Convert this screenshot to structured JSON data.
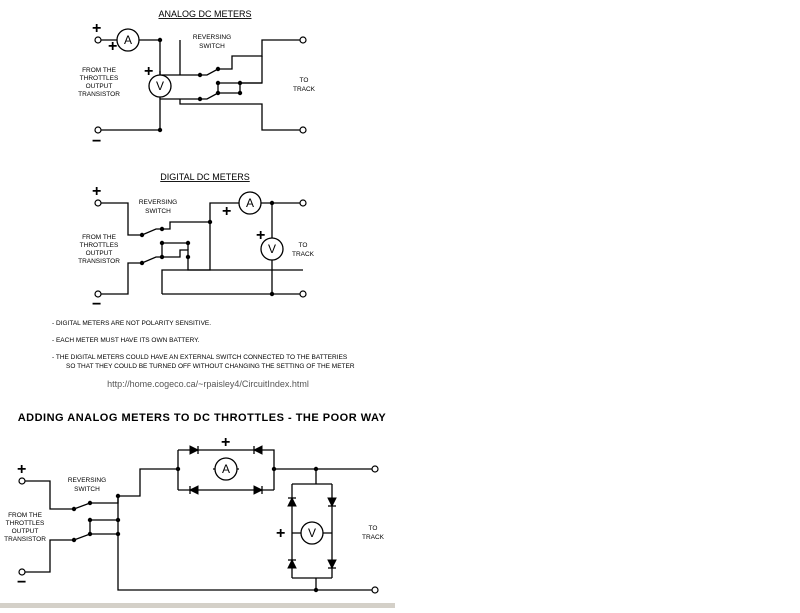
{
  "analog": {
    "title": "ANALOG DC METERS",
    "switch_label": [
      "REVERSING",
      "SWITCH"
    ],
    "source_label": [
      "FROM THE",
      "THROTTLES",
      "OUTPUT",
      "TRANSISTOR"
    ],
    "track_label": [
      "TO",
      "TRACK"
    ],
    "ammeter": "A",
    "voltmeter": "V",
    "plus": "+",
    "minus": "−"
  },
  "digital": {
    "title": "DIGITAL DC METERS",
    "switch_label": [
      "REVERSING",
      "SWITCH"
    ],
    "source_label": [
      "FROM THE",
      "THROTTLES",
      "OUTPUT",
      "TRANSISTOR"
    ],
    "track_label": [
      "TO",
      "TRACK"
    ],
    "ammeter": "A",
    "voltmeter": "V",
    "plus": "+",
    "minus": "−"
  },
  "notes": [
    "- DIGITAL METERS ARE NOT POLARITY SENSITIVE.",
    "- EACH METER MUST HAVE ITS OWN BATTERY.",
    "- THE DIGITAL METERS COULD HAVE AN EXTERNAL SWITCH CONNECTED TO THE BATTERIES",
    "SO THAT THEY COULD BE TURNED OFF WITHOUT CHANGING THE SETTING OF THE METER"
  ],
  "url": "http://home.cogeco.ca/~rpaisley4/CircuitIndex.html",
  "poor": {
    "title": "ADDING ANALOG METERS TO DC THROTTLES - THE POOR WAY",
    "switch_label": [
      "REVERSING",
      "SWITCH"
    ],
    "source_label": [
      "FROM THE",
      "THROTTLES",
      "OUTPUT",
      "TRANSISTOR"
    ],
    "track_label": [
      "TO",
      "TRACK"
    ],
    "ammeter": "A",
    "voltmeter": "V",
    "plus": "+",
    "minus": "−"
  }
}
